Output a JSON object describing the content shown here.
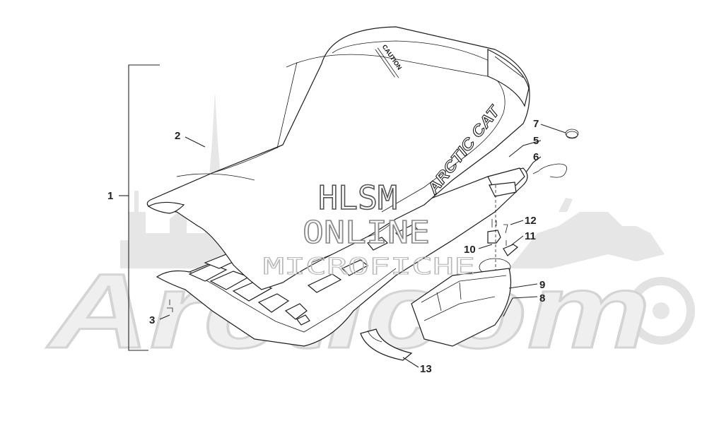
{
  "diagram": {
    "callouts": [
      {
        "id": "1",
        "label": "1"
      },
      {
        "id": "2",
        "label": "2"
      },
      {
        "id": "3",
        "label": "3"
      },
      {
        "id": "5",
        "label": "5"
      },
      {
        "id": "6",
        "label": "6"
      },
      {
        "id": "7",
        "label": "7"
      },
      {
        "id": "8",
        "label": "8"
      },
      {
        "id": "9",
        "label": "9"
      },
      {
        "id": "10",
        "label": "10"
      },
      {
        "id": "11",
        "label": "11"
      },
      {
        "id": "12",
        "label": "12"
      },
      {
        "id": "13",
        "label": "13"
      }
    ],
    "seat_caution_text": "CAUTION",
    "seat_brand_text": "ARCTIC CAT"
  },
  "watermark": {
    "line1": "HLSM",
    "line2": "ONLINE",
    "line3": "MICROFICHE",
    "background_text": "Arcticom"
  },
  "colors": {
    "ink": "#1c1c1c",
    "watermark_gray": "#d9d9d9"
  }
}
